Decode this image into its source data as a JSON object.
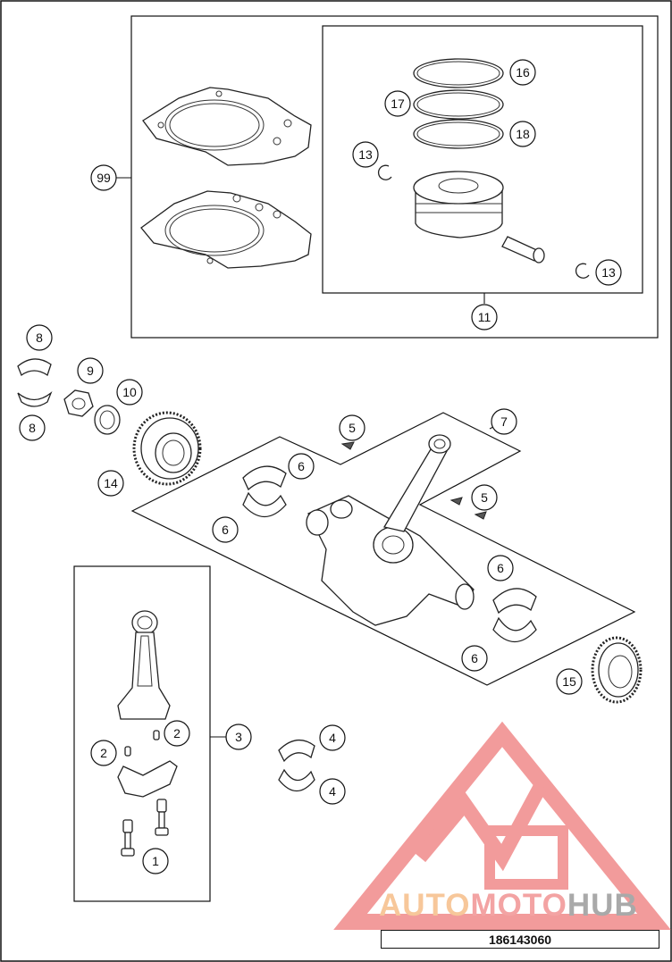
{
  "diagram_code": "186143060",
  "watermark": {
    "part1": "AUTO",
    "part2": "MOTO",
    "part3": "HUB",
    "colors": {
      "auto": "#f7c79a",
      "moto": "#f3a3a3",
      "hub": "#a9a9a9",
      "logo": "#f08a8a"
    }
  },
  "callouts": {
    "c99": "99",
    "c16": "16",
    "c17": "17",
    "c18": "18",
    "c13a": "13",
    "c13b": "13",
    "c11": "11",
    "c8a": "8",
    "c8b": "8",
    "c9": "9",
    "c10": "10",
    "c14": "14",
    "c5a": "5",
    "c5b": "5",
    "c7": "7",
    "c6a": "6",
    "c6b": "6",
    "c6c": "6",
    "c6d": "6",
    "c15": "15",
    "c3": "3",
    "c2a": "2",
    "c2b": "2",
    "c1": "1",
    "c4a": "4",
    "c4b": "4"
  }
}
